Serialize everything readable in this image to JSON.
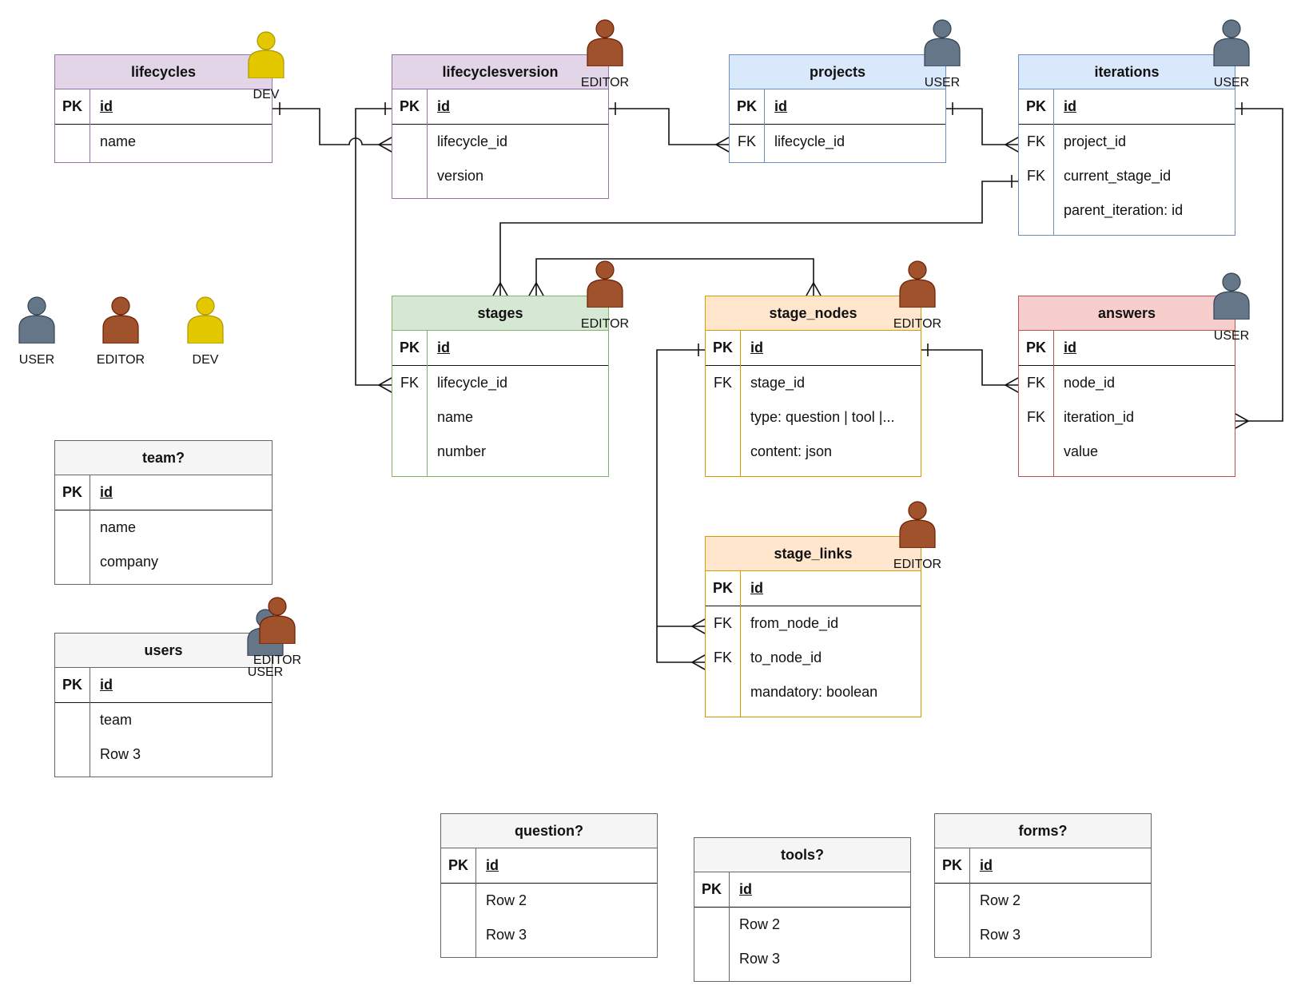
{
  "tables": {
    "lifecycles": {
      "title": "lifecycles",
      "rows": [
        {
          "key": "PK",
          "field": "id"
        },
        {
          "key": "",
          "field": "name"
        }
      ]
    },
    "lifecyclesversion": {
      "title": "lifecyclesversion",
      "rows": [
        {
          "key": "PK",
          "field": "id"
        },
        {
          "key": "",
          "field": "lifecycle_id"
        },
        {
          "key": "",
          "field": "version"
        }
      ]
    },
    "projects": {
      "title": "projects",
      "rows": [
        {
          "key": "PK",
          "field": "id"
        },
        {
          "key": "FK",
          "field": "lifecycle_id"
        }
      ]
    },
    "iterations": {
      "title": "iterations",
      "rows": [
        {
          "key": "PK",
          "field": "id"
        },
        {
          "key": "FK",
          "field": "project_id"
        },
        {
          "key": "FK",
          "field": "current_stage_id"
        },
        {
          "key": "",
          "field": "parent_iteration: id"
        }
      ]
    },
    "stages": {
      "title": "stages",
      "rows": [
        {
          "key": "PK",
          "field": "id"
        },
        {
          "key": "FK",
          "field": "lifecycle_id"
        },
        {
          "key": "",
          "field": "name"
        },
        {
          "key": "",
          "field": "number"
        }
      ]
    },
    "stage_nodes": {
      "title": "stage_nodes",
      "rows": [
        {
          "key": "PK",
          "field": "id"
        },
        {
          "key": "FK",
          "field": "stage_id"
        },
        {
          "key": "",
          "field": "type: question | tool |..."
        },
        {
          "key": "",
          "field": "content: json"
        }
      ]
    },
    "answers": {
      "title": "answers",
      "rows": [
        {
          "key": "PK",
          "field": "id"
        },
        {
          "key": "FK",
          "field": "node_id"
        },
        {
          "key": "FK",
          "field": "iteration_id"
        },
        {
          "key": "",
          "field": "value"
        }
      ]
    },
    "stage_links": {
      "title": "stage_links",
      "rows": [
        {
          "key": "PK",
          "field": "id"
        },
        {
          "key": "FK",
          "field": "from_node_id"
        },
        {
          "key": "FK",
          "field": "to_node_id"
        },
        {
          "key": "",
          "field": "mandatory: boolean"
        }
      ]
    },
    "team": {
      "title": "team?",
      "rows": [
        {
          "key": "PK",
          "field": "id"
        },
        {
          "key": "",
          "field": "name"
        },
        {
          "key": "",
          "field": "company"
        }
      ]
    },
    "users": {
      "title": "users",
      "rows": [
        {
          "key": "PK",
          "field": "id"
        },
        {
          "key": "",
          "field": "team"
        },
        {
          "key": "",
          "field": "Row 3"
        }
      ]
    },
    "question": {
      "title": "question?",
      "rows": [
        {
          "key": "PK",
          "field": "id"
        },
        {
          "key": "",
          "field": "Row 2"
        },
        {
          "key": "",
          "field": "Row 3"
        }
      ]
    },
    "tools": {
      "title": "tools?",
      "rows": [
        {
          "key": "PK",
          "field": "id"
        },
        {
          "key": "",
          "field": "Row 2"
        },
        {
          "key": "",
          "field": "Row 3"
        }
      ]
    },
    "forms": {
      "title": "forms?",
      "rows": [
        {
          "key": "PK",
          "field": "id"
        },
        {
          "key": "",
          "field": "Row 2"
        },
        {
          "key": "",
          "field": "Row 3"
        }
      ]
    }
  },
  "actors": {
    "lifecycles": {
      "label": "DEV",
      "icon": "person-icon",
      "color": "#e3c800"
    },
    "lifecyclesversion": {
      "label": "EDITOR",
      "icon": "person-icon",
      "color": "#a0522d"
    },
    "projects": {
      "label": "USER",
      "icon": "person-icon",
      "color": "#647687"
    },
    "iterations": {
      "label": "USER",
      "icon": "person-icon",
      "color": "#647687"
    },
    "stages": {
      "label": "EDITOR",
      "icon": "person-icon",
      "color": "#a0522d"
    },
    "stage_nodes": {
      "label": "EDITOR",
      "icon": "person-icon",
      "color": "#a0522d"
    },
    "answers": {
      "label": "USER",
      "icon": "person-icon",
      "color": "#647687"
    },
    "stage_links": {
      "label": "EDITOR",
      "icon": "person-icon",
      "color": "#a0522d"
    },
    "users_user": {
      "label": "USER",
      "icon": "person-icon",
      "color": "#647687"
    },
    "users_editor": {
      "label": "EDITOR",
      "icon": "person-icon",
      "color": "#a0522d"
    }
  },
  "legend": [
    {
      "label": "USER",
      "color": "#647687"
    },
    {
      "label": "EDITOR",
      "color": "#a0522d"
    },
    {
      "label": "DEV",
      "color": "#e3c800"
    }
  ]
}
